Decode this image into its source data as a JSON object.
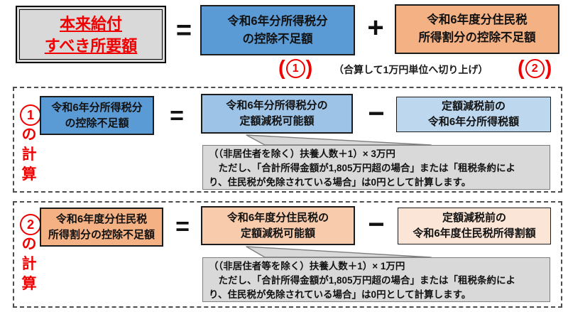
{
  "colors": {
    "red": "#f00000",
    "blue1": "#5B9BD5",
    "blue2": "#9DC3E6",
    "blue3": "#BDD7EE",
    "orange1": "#F4B183",
    "orange2": "#F7CBAC",
    "orange3": "#FBE5D6",
    "gray_fill": "#D9D9D9",
    "gray_border": "#7f7f7f"
  },
  "top": {
    "title": {
      "line1": "本来給付",
      "line2": "すべき所要額"
    },
    "op_equals": "=",
    "op_plus": "+",
    "box_income": {
      "line1": "令和6年分所得税分",
      "line2": "の控除不足額"
    },
    "box_resident": {
      "line1": "令和6年度分住民税",
      "line2": "所得割分の控除不足額"
    },
    "marker1": {
      "open": "(",
      "num": "1",
      "close": ")"
    },
    "marker2": {
      "open": "(",
      "num": "2",
      "close": ")"
    },
    "rounding_note": "（合算して1万円単位へ切り上げ）"
  },
  "calc1": {
    "label_num": "1",
    "label_text": "の計算",
    "box_target": {
      "line1": "令和6年分所得税分",
      "line2": "の控除不足額"
    },
    "op_equals": "=",
    "op_minus": "−",
    "box_possible": {
      "line1": "令和6年分所得税分の",
      "line2": "定額減税可能額"
    },
    "box_before": {
      "line1": "定額減税前の",
      "line2": "令和6年分所得税額"
    },
    "note": {
      "line1": "（（非居住者を除く）扶養人数＋1）× 3万円",
      "line2": "　ただし、「合計所得金額が1,805万円超の場合」または「租税条約によ",
      "line3": "り、住民税が免除されている場合」は0円として計算します。"
    }
  },
  "calc2": {
    "label_num": "2",
    "label_text": "の計算",
    "box_target": {
      "line1": "令和6年度分住民税",
      "line2": "所得割分の控除不足額"
    },
    "op_equals": "=",
    "op_minus": "−",
    "box_possible": {
      "line1": "令和6年度分住民税の",
      "line2": "定額減税可能額"
    },
    "box_before": {
      "line1": "定額減税前の",
      "line2": "令和6年度住民税所得割額"
    },
    "note": {
      "line1": "（（非居住者等を除く）扶養人数＋1）× 1万円",
      "line2": "　ただし、「合計所得金額が1,805万円超の場合」または「租税条約によ",
      "line3": "り、住民税が免除されている場合」は0円として計算します。"
    }
  }
}
